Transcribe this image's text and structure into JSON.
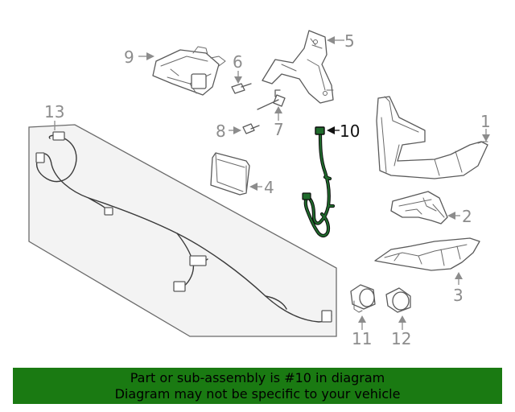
{
  "callouts": {
    "c1": "1",
    "c2": "2",
    "c3": "3",
    "c4": "4",
    "c5": "5",
    "c6": "6",
    "c7": "7",
    "c8": "8",
    "c9": "9",
    "c10": "10",
    "c11": "11",
    "c12": "12",
    "c13": "13"
  },
  "highlighted_part": "10",
  "colors": {
    "highlight": "#1f6b2c",
    "banner": "#1a7a12",
    "callout": "#8c8c8c"
  },
  "banner": {
    "line1": "Part or sub-assembly is #10 in diagram",
    "line2": "Diagram may not be specific to your vehicle"
  }
}
